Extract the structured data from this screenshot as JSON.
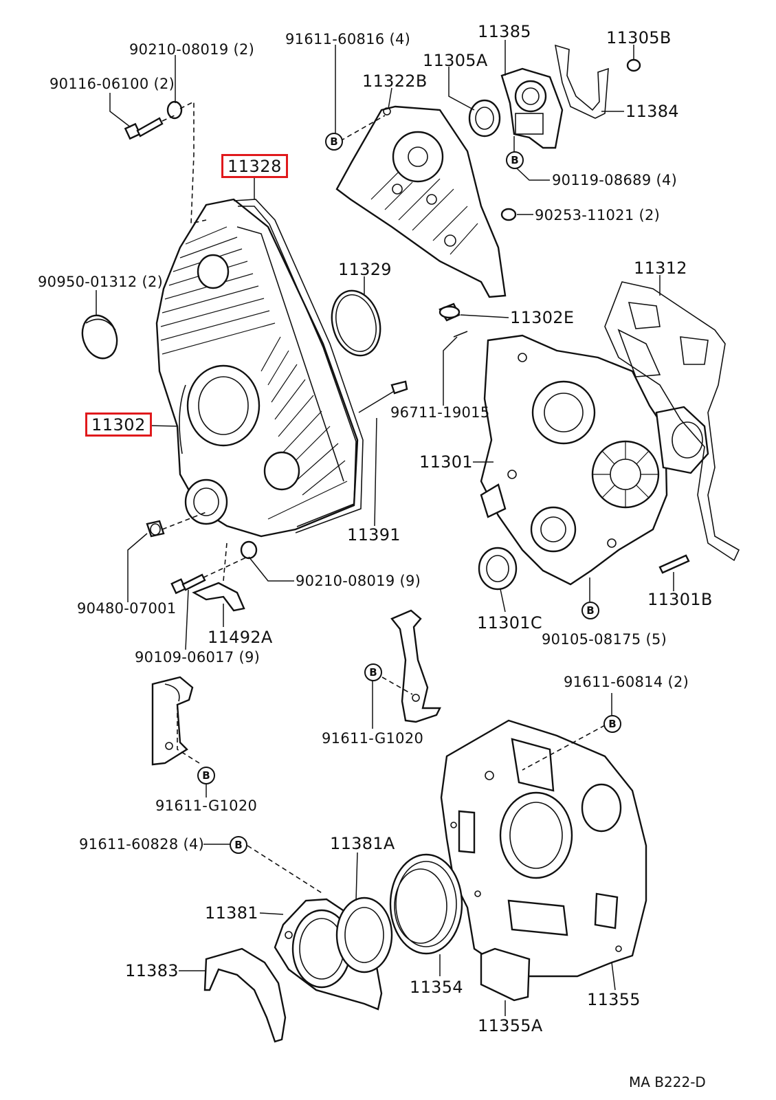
{
  "highlight_color": "#e0191c",
  "labels": {
    "l_90210_top": "90210-08019 (2)",
    "l_90116": "90116-06100 (2)",
    "l_91611_816": "91611-60816 (4)",
    "l_11322b": "11322B",
    "l_11385": "11385",
    "l_11305a": "11305A",
    "l_11305b": "11305B",
    "l_11384": "11384",
    "l_90119": "90119-08689 (4)",
    "l_90253": "90253-11021 (2)",
    "l_11328": "11328",
    "l_11329": "11329",
    "l_90950": "90950-01312 (2)",
    "l_11312": "11312",
    "l_11302e": "11302E",
    "l_96711": "96711-19015",
    "l_11302": "11302",
    "l_11301": "11301",
    "l_11391": "11391",
    "l_90210_mid": "90210-08019 (9)",
    "l_90480": "90480-07001",
    "l_11492a": "11492A",
    "l_90109": "90109-06017 (9)",
    "l_11301c": "11301C",
    "l_11301b": "11301B",
    "l_90105": "90105-08175 (5)",
    "l_91611_814": "91611-60814 (2)",
    "l_91611_g1020_a": "91611-G1020",
    "l_91611_g1020_b": "91611-G1020",
    "l_91611_828": "91611-60828 (4)",
    "l_11381a": "11381A",
    "l_11381": "11381",
    "l_11383": "11383",
    "l_11354": "11354",
    "l_11355": "11355",
    "l_11355a": "11355A",
    "ref_code": "MA  B222-D",
    "b_mark": "B"
  }
}
